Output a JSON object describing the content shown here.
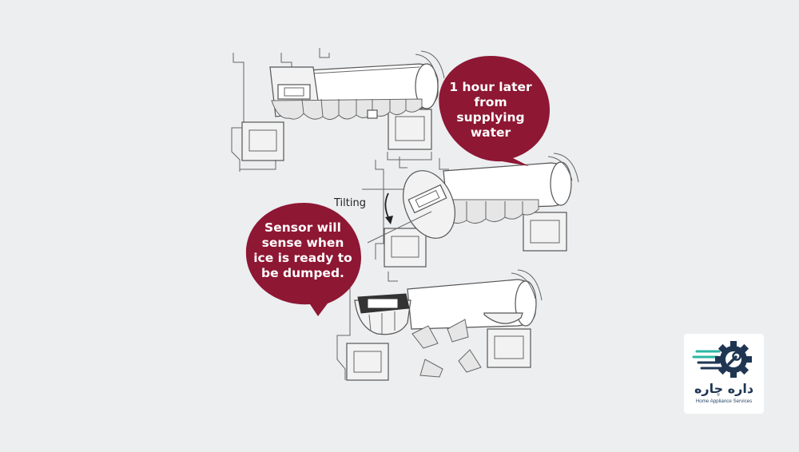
{
  "callouts": {
    "top": "1 hour later\nfrom\nsupplying\nwater",
    "bottom": "Sensor will\nsense when\nice is ready to\nbe dumped."
  },
  "tilting_label": "Tilting",
  "logo": {
    "name": "داره چاره",
    "tagline": "Home Appliance Services"
  },
  "colors": {
    "background": "#eceef0",
    "callout": "#8e1733",
    "line_art": "#555555",
    "logo_gear": "#1f3653",
    "logo_accent": "#2bb7a3"
  }
}
